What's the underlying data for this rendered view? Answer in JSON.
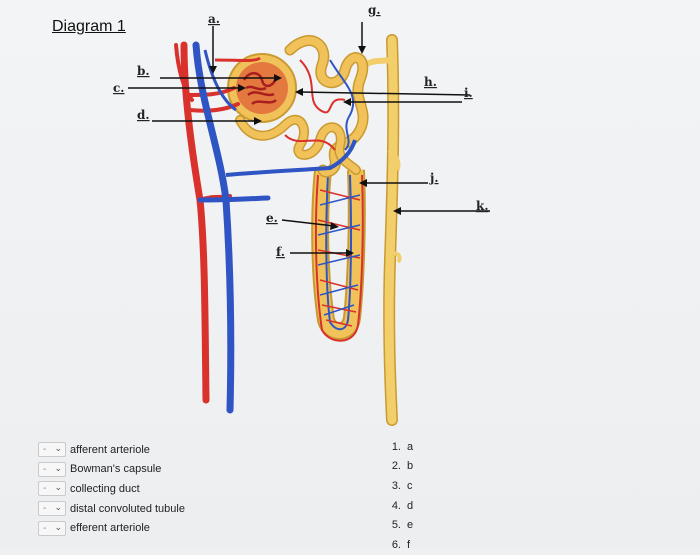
{
  "diagram_title": "Diagram 1",
  "labels": [
    {
      "id": "a",
      "text": "a."
    },
    {
      "id": "b",
      "text": "b."
    },
    {
      "id": "c",
      "text": "c."
    },
    {
      "id": "d",
      "text": "d."
    },
    {
      "id": "e",
      "text": "e."
    },
    {
      "id": "f",
      "text": "f."
    },
    {
      "id": "g",
      "text": "g."
    },
    {
      "id": "h",
      "text": "h."
    },
    {
      "id": "i",
      "text": "i."
    },
    {
      "id": "j",
      "text": "j."
    },
    {
      "id": "k",
      "text": "k."
    }
  ],
  "match_items": [
    {
      "term": "afferent arteriole",
      "selected": "-"
    },
    {
      "term": "Bowman's capsule",
      "selected": "-"
    },
    {
      "term": "collecting duct",
      "selected": "-"
    },
    {
      "term": "distal convoluted tubule",
      "selected": "-"
    },
    {
      "term": "efferent arteriole",
      "selected": "-"
    }
  ],
  "answer_options": [
    {
      "num": "1.",
      "letter": "a"
    },
    {
      "num": "2.",
      "letter": "b"
    },
    {
      "num": "3.",
      "letter": "c"
    },
    {
      "num": "4.",
      "letter": "d"
    },
    {
      "num": "5.",
      "letter": "e"
    },
    {
      "num": "6.",
      "letter": "f"
    }
  ],
  "colors": {
    "artery": "#d9322c",
    "vein": "#2f55c4",
    "tubule": "#f0c259",
    "tubule_outline": "#c99a30",
    "collecting_duct": "#f2cf6a"
  }
}
